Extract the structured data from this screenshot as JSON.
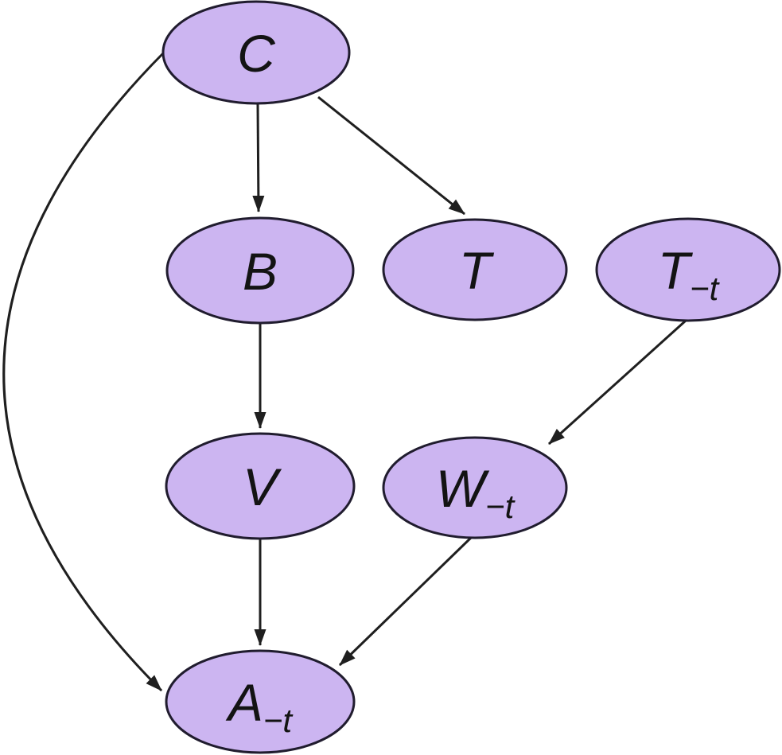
{
  "diagram": {
    "type": "directed-graph",
    "title": "causal graph with nodes C, B, T, T−t, V, W−t, A−t",
    "colors": {
      "background": "#ffffff",
      "node_fill": "#ccb5f1",
      "node_border": "#201c2e",
      "edge": "#1f1f1f",
      "label": "#131313"
    },
    "nodes": [
      {
        "id": "C",
        "label_main": "C",
        "label_sub": ""
      },
      {
        "id": "B",
        "label_main": "B",
        "label_sub": ""
      },
      {
        "id": "T",
        "label_main": "T",
        "label_sub": ""
      },
      {
        "id": "T-t",
        "label_main": "T",
        "label_sub": "−t"
      },
      {
        "id": "V",
        "label_main": "V",
        "label_sub": ""
      },
      {
        "id": "W-t",
        "label_main": "W",
        "label_sub": "−t"
      },
      {
        "id": "A-t",
        "label_main": "A",
        "label_sub": "−t"
      }
    ],
    "edges": [
      {
        "from": "C",
        "to": "B",
        "style": "straight"
      },
      {
        "from": "C",
        "to": "T",
        "style": "straight"
      },
      {
        "from": "C",
        "to": "A-t",
        "style": "curved-left"
      },
      {
        "from": "B",
        "to": "V",
        "style": "straight"
      },
      {
        "from": "T-t",
        "to": "W-t",
        "style": "straight"
      },
      {
        "from": "V",
        "to": "A-t",
        "style": "straight"
      },
      {
        "from": "W-t",
        "to": "A-t",
        "style": "straight"
      }
    ]
  }
}
